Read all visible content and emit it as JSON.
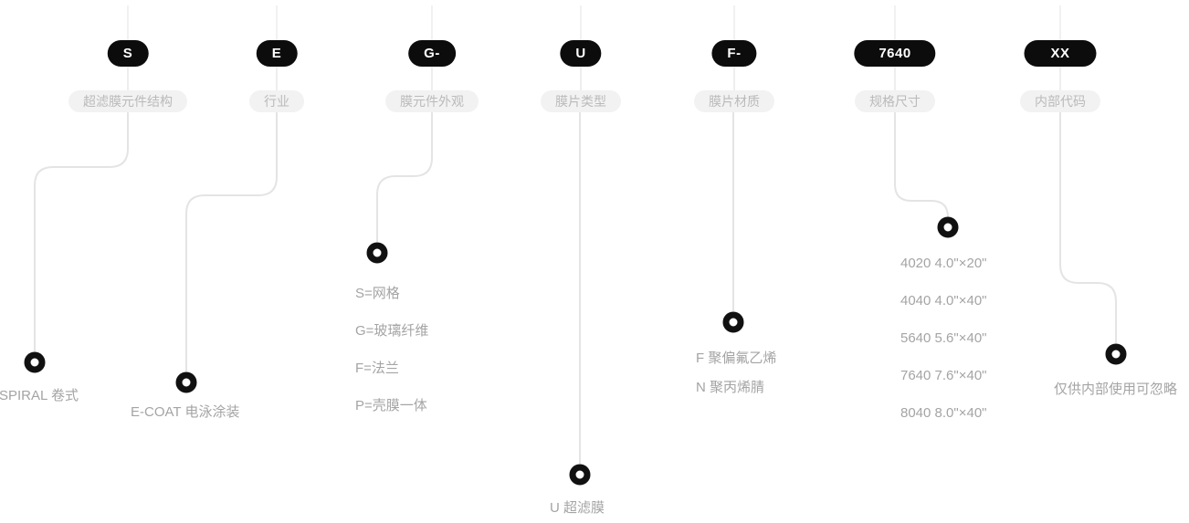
{
  "columns": [
    {
      "code": "S",
      "label": "超滤膜元件结构",
      "items": [
        "SPIRAL 卷式"
      ]
    },
    {
      "code": "E",
      "label": "行业",
      "items": [
        "E-COAT 电泳涂装"
      ]
    },
    {
      "code": "G-",
      "label": "膜元件外观",
      "items": [
        "S=网格",
        "G=玻璃纤维",
        "F=法兰",
        "P=壳膜一体"
      ]
    },
    {
      "code": "U",
      "label": "膜片类型",
      "items": [
        "U 超滤膜"
      ]
    },
    {
      "code": "F-",
      "label": "膜片材质",
      "items": [
        "F 聚偏氟乙烯",
        "N 聚丙烯腈"
      ]
    },
    {
      "code": "7640",
      "label": "规格尺寸",
      "items": [
        "4020 4.0\"×20\"",
        "4040 4.0\"×40\"",
        "5640 5.6\"×40\"",
        "7640 7.6\"×40\"",
        "8040 8.0\"×40\""
      ]
    },
    {
      "code": "XX",
      "label": "内部代码",
      "items": [
        "仅供内部使用可忽略"
      ]
    }
  ],
  "colors": {
    "badge_bg": "#0c0c0c",
    "badge_text": "#ffffff",
    "label_bg": "#f2f2f2",
    "label_text": "#bababa",
    "item_text": "#a4a4a4",
    "connector": "#e4e4e4",
    "ring": "#111111"
  }
}
